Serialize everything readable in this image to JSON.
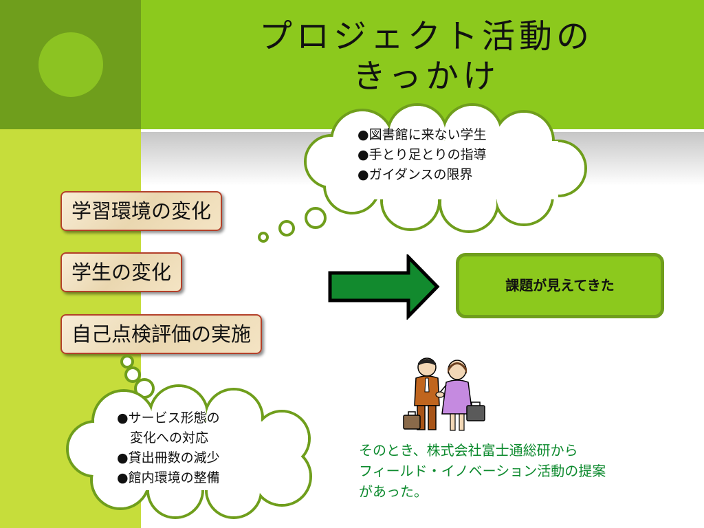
{
  "slide": {
    "title_line1": "プロジェクト活動の",
    "title_line2": "きっかけ"
  },
  "factors": [
    "学習環境の変化",
    "学生の変化",
    "自己点検評価の実施"
  ],
  "cloud_top": {
    "lines": [
      "●図書館に来ない学生",
      "●手とり足とりの指導",
      "●ガイダンスの限界"
    ]
  },
  "cloud_bottom": {
    "lines": [
      "●サービス形態の",
      "　変化への対応",
      "●貸出冊数の減少",
      "●館内環境の整備"
    ]
  },
  "result": {
    "label": "課題が見えてきた"
  },
  "caption": {
    "lines": [
      "そのとき、株式会社富士通総研から",
      "フィールド・イノベーション活動の提案",
      "があった。"
    ]
  },
  "colors": {
    "accent_green": "#8cc91d",
    "dark_green": "#6f9e1c",
    "arrow_green": "#128a2e",
    "caption_green": "#0d8a2e"
  },
  "icons": {
    "arrow": "right-arrow-icon",
    "people": "business-people-handshake-clipart"
  }
}
